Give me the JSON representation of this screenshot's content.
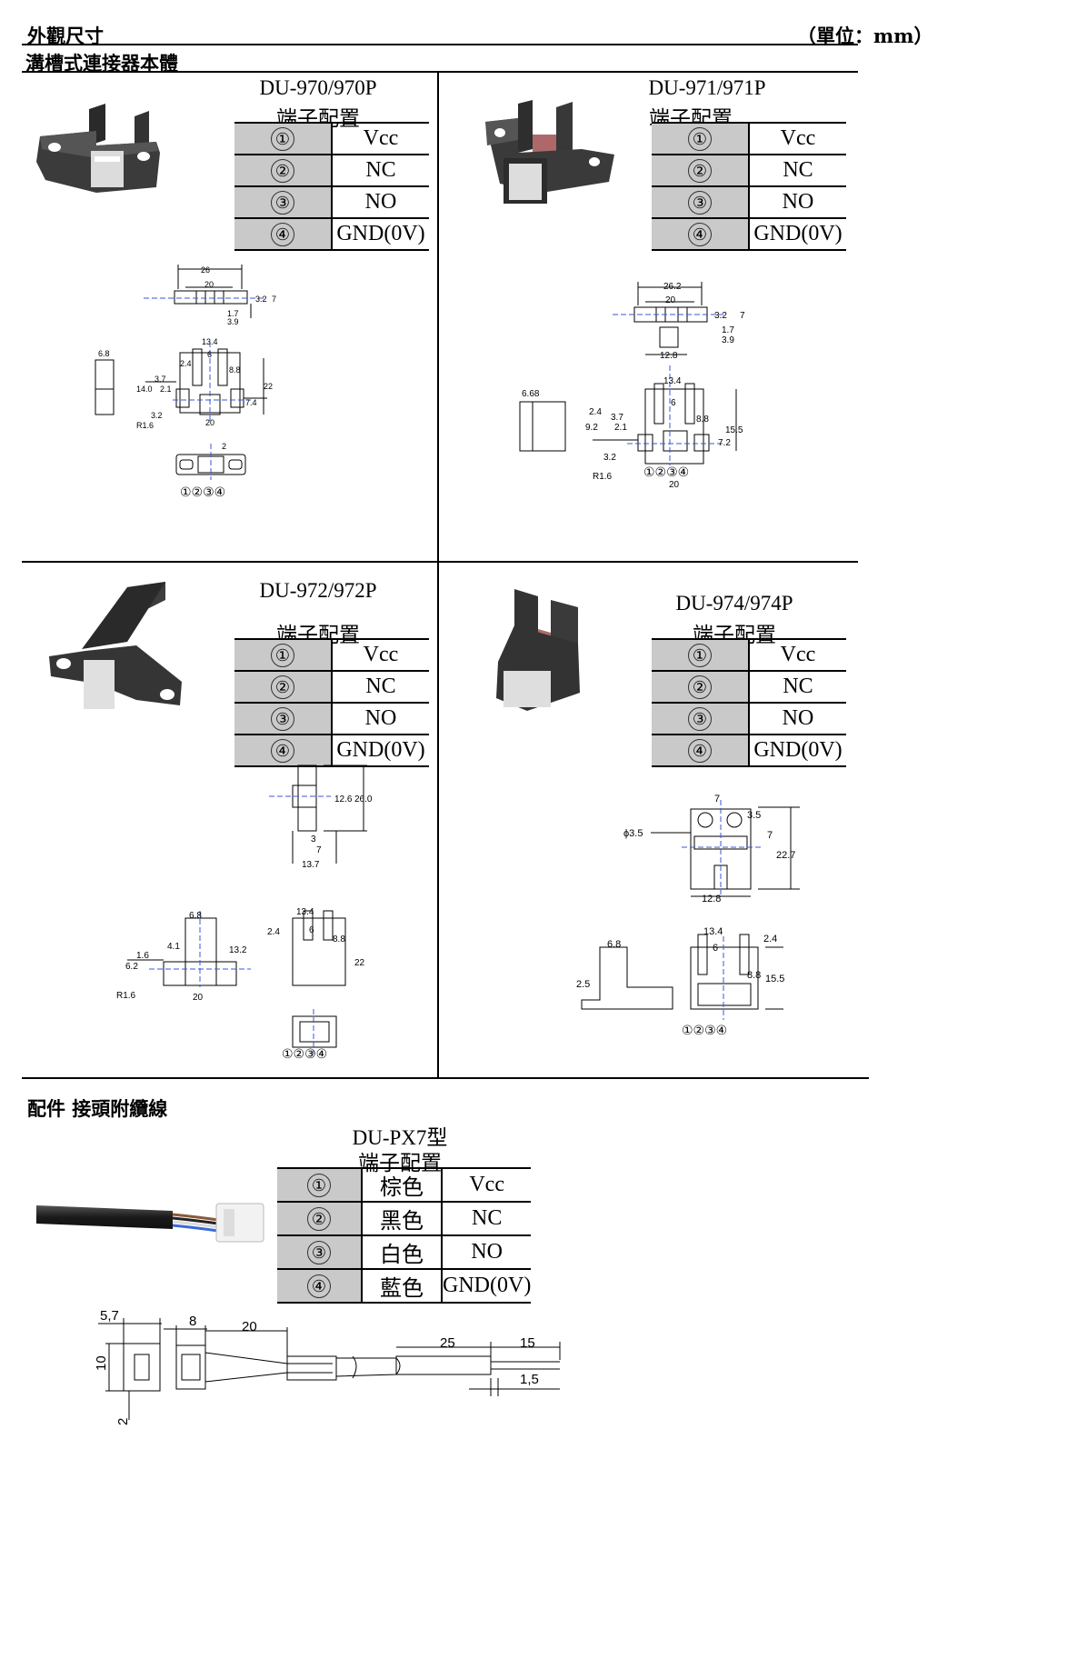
{
  "header": {
    "title": "外觀尺寸",
    "unit": "（單位：mm）"
  },
  "section1": {
    "title": "溝槽式連接器本體"
  },
  "pin_title": "端子配置",
  "models": [
    {
      "name": "DU-970/970P"
    },
    {
      "name": "DU-971/971P"
    },
    {
      "name": "DU-972/972P"
    },
    {
      "name": "DU-974/974P"
    }
  ],
  "pins": [
    {
      "num": "①",
      "signal": "Vcc"
    },
    {
      "num": "②",
      "signal": "NC"
    },
    {
      "num": "③",
      "signal": "NO"
    },
    {
      "num": "④",
      "signal": "GND(0V)"
    }
  ],
  "section2": {
    "title": "配件 接頭附纜線",
    "model": "DU-PX7型"
  },
  "cable_pins": [
    {
      "num": "①",
      "color": "棕色",
      "signal": "Vcc"
    },
    {
      "num": "②",
      "color": "黑色",
      "signal": "NC"
    },
    {
      "num": "③",
      "color": "白色",
      "signal": "NO"
    },
    {
      "num": "④",
      "color": "藍色",
      "signal": "GND(0V)"
    }
  ],
  "dims": {
    "d970": {
      "w26": "26",
      "w20": "20",
      "h32": "3.2",
      "h7": "7",
      "h17": "1.7",
      "h39": "3.9",
      "side": "6.8",
      "t134": "13.4",
      "t6": "6",
      "t24": "2.4",
      "t88": "8.8",
      "t22": "22",
      "t37": "3.7",
      "t140": "14.0",
      "t21": "2.1",
      "t74": "7.4",
      "t32": "3.2",
      "r16": "R1.6",
      "b20": "20",
      "c2": "2",
      "pinlabels": "①②③④"
    },
    "d971": {
      "w262": "26.2",
      "w20": "20",
      "h32": "3.2",
      "h7": "7",
      "h17": "1.7",
      "h39": "3.9",
      "h128": "12.8",
      "side": "6.68",
      "t134": "13.4",
      "t6": "6",
      "t24": "2.4",
      "t37": "3.7",
      "t92": "9.2",
      "t21": "2.1",
      "t88": "8.8",
      "t155": "15.5",
      "t72": "7.2",
      "t32": "3.2",
      "r16": "R1.6",
      "b20": "20"
    },
    "d972": {
      "h126": "12.6",
      "h260": "26.0",
      "w3": "3",
      "w7": "7",
      "w137": "13.7",
      "s68": "6.8",
      "s41": "4.1",
      "s132": "13.2",
      "s16": "1.6",
      "s62": "6.2",
      "r16": "R1.6",
      "s20": "20",
      "t134": "13.4",
      "t24": "2.4",
      "t6": "6",
      "t88": "8.8",
      "t22": "22"
    },
    "d974": {
      "w7": "7",
      "w35": "3.5",
      "h7": "7",
      "phi": "ϕ3.5",
      "h227": "22.7",
      "w128": "12.8",
      "s68": "6.8",
      "s25": "2.5",
      "t134": "13.4",
      "t6": "6",
      "t24": "2.4",
      "t88": "8.8",
      "t155": "15.5"
    },
    "cable": {
      "d57": "5,7",
      "d8": "8",
      "d20": "20",
      "d25": "25",
      "d15": "15",
      "d15b": "1,5",
      "d10": "10",
      "d2": "2"
    }
  }
}
